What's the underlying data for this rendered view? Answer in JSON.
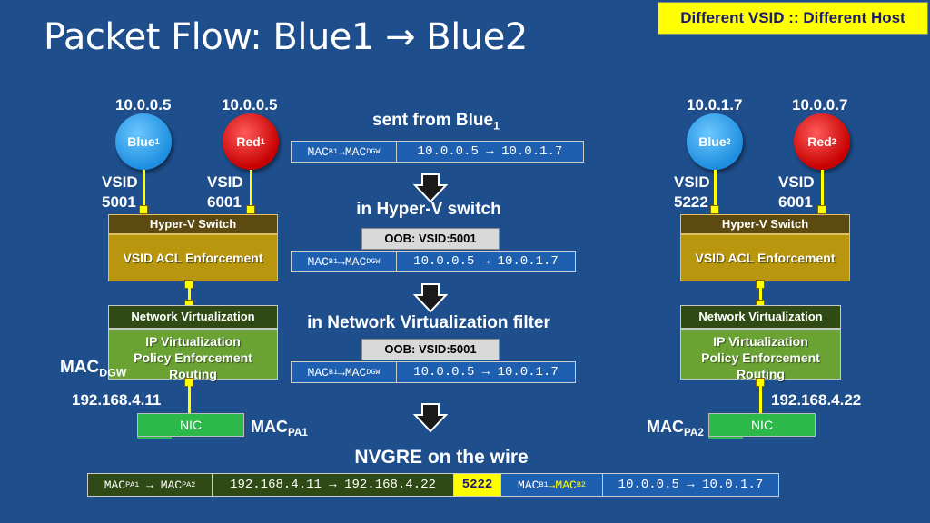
{
  "title": "Packet Flow: Blue1 → Blue2",
  "badge": "Different VSID :: Different Host",
  "left_host": {
    "blue": {
      "ip": "10.0.0.5",
      "name": "Blue",
      "sub": "1",
      "vsid_label": "VSID",
      "vsid": "5001"
    },
    "red": {
      "ip": "10.0.0.5",
      "name": "Red",
      "sub": "1",
      "vsid_label": "VSID",
      "vsid": "6001"
    },
    "switch_header": "Hyper-V Switch",
    "switch_body": "VSID ACL Enforcement",
    "nv_header": "Network Virtualization",
    "nv_body": [
      "IP Virtualization",
      "Policy Enforcement",
      "Routing"
    ],
    "mac_dgw": {
      "main": "MAC",
      "sub": "DGW"
    },
    "pa_ip": "192.168.4.11",
    "nic": "NIC",
    "mac_pa": {
      "main": "MAC",
      "sub": "PA1"
    }
  },
  "right_host": {
    "blue": {
      "ip": "10.0.1.7",
      "name": "Blue",
      "sub": "2",
      "vsid_label": "VSID",
      "vsid": "5222"
    },
    "red": {
      "ip": "10.0.0.7",
      "name": "Red",
      "sub": "2",
      "vsid_label": "VSID",
      "vsid": "6001"
    },
    "switch_header": "Hyper-V Switch",
    "switch_body": "VSID ACL Enforcement",
    "nv_header": "Network Virtualization",
    "nv_body": [
      "IP Virtualization",
      "Policy Enforcement",
      "Routing"
    ],
    "pa_ip": "192.168.4.22",
    "nic": "NIC",
    "mac_pa": {
      "main": "MAC",
      "sub": "PA2"
    }
  },
  "stages": [
    {
      "label": "sent from Blue",
      "label_sub": "1",
      "oob": "",
      "mac_src": "MAC",
      "mac_src_sub": "B1",
      "mac_dst": "MAC",
      "mac_dst_sub": "DGW",
      "ip": "10.0.0.5 → 10.0.1.7"
    },
    {
      "label": "in Hyper-V switch",
      "label_sub": "",
      "oob": "OOB: VSID:5001",
      "mac_src": "MAC",
      "mac_src_sub": "B1",
      "mac_dst": "MAC",
      "mac_dst_sub": "DGW",
      "ip": "10.0.0.5 → 10.0.1.7"
    },
    {
      "label": "in Network Virtualization filter",
      "label_sub": "",
      "oob": "OOB: VSID:5001",
      "mac_src": "MAC",
      "mac_src_sub": "B1",
      "mac_dst": "MAC",
      "mac_dst_sub": "DGW",
      "ip": "10.0.0.5 → 10.0.1.7"
    }
  ],
  "wire": {
    "label": "NVGRE on the wire",
    "outer_mac": {
      "src": "MAC",
      "src_sub": "PA1",
      "dst": "MAC",
      "dst_sub": "PA2"
    },
    "outer_ip": "192.168.4.11 → 192.168.4.22",
    "gre_key": "5222",
    "inner_mac": {
      "src": "MAC",
      "src_sub": "B1",
      "dst": "MAC",
      "dst_sub": "B2"
    },
    "inner_ip": "10.0.0.5 → 10.0.1.7"
  },
  "colors": {
    "background": "#1f4e8c",
    "yellow": "#ffff00",
    "switch_gold": "#b8960e",
    "nv_green": "#6aa334",
    "nic_green": "#2db84a",
    "blue_vm": "#1e8fe0",
    "red_vm": "#c70000"
  },
  "icons": [
    "arrow-down-icon"
  ]
}
